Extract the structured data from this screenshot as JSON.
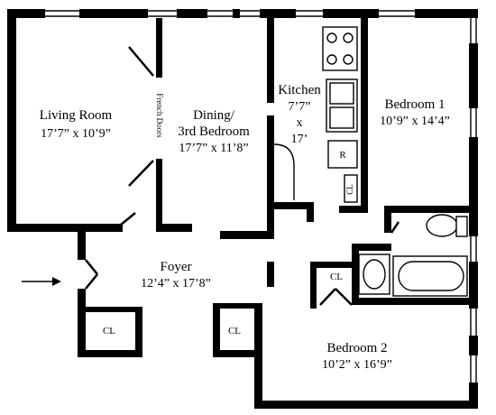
{
  "rooms": {
    "living_room": {
      "name": "Living Room",
      "size": "17’7” x 10’9”"
    },
    "dining": {
      "name_line1": "Dining/",
      "name_line2": "3rd Bedroom",
      "size": "17’7” x 11’8”"
    },
    "kitchen": {
      "name": "Kitchen",
      "size_line1": "7’7”",
      "size_line2": "x",
      "size_line3": "17’"
    },
    "bedroom1": {
      "name": "Bedroom 1",
      "size": "10’9” x 14’4”"
    },
    "foyer": {
      "name": "Foyer",
      "size": "12’4” x 17’8”"
    },
    "bedroom2": {
      "name": "Bedroom 2",
      "size": "10’2” x 16’9”"
    }
  },
  "labels": {
    "french_doors": "French Doors",
    "closet": "CL",
    "refrigerator": "R"
  },
  "colors": {
    "wall": "#000000",
    "background": "#ffffff"
  },
  "icons": [
    "entry-arrow-icon",
    "stove-icon",
    "sink-icon",
    "toilet-icon",
    "bathtub-icon",
    "bath-sink-icon"
  ]
}
